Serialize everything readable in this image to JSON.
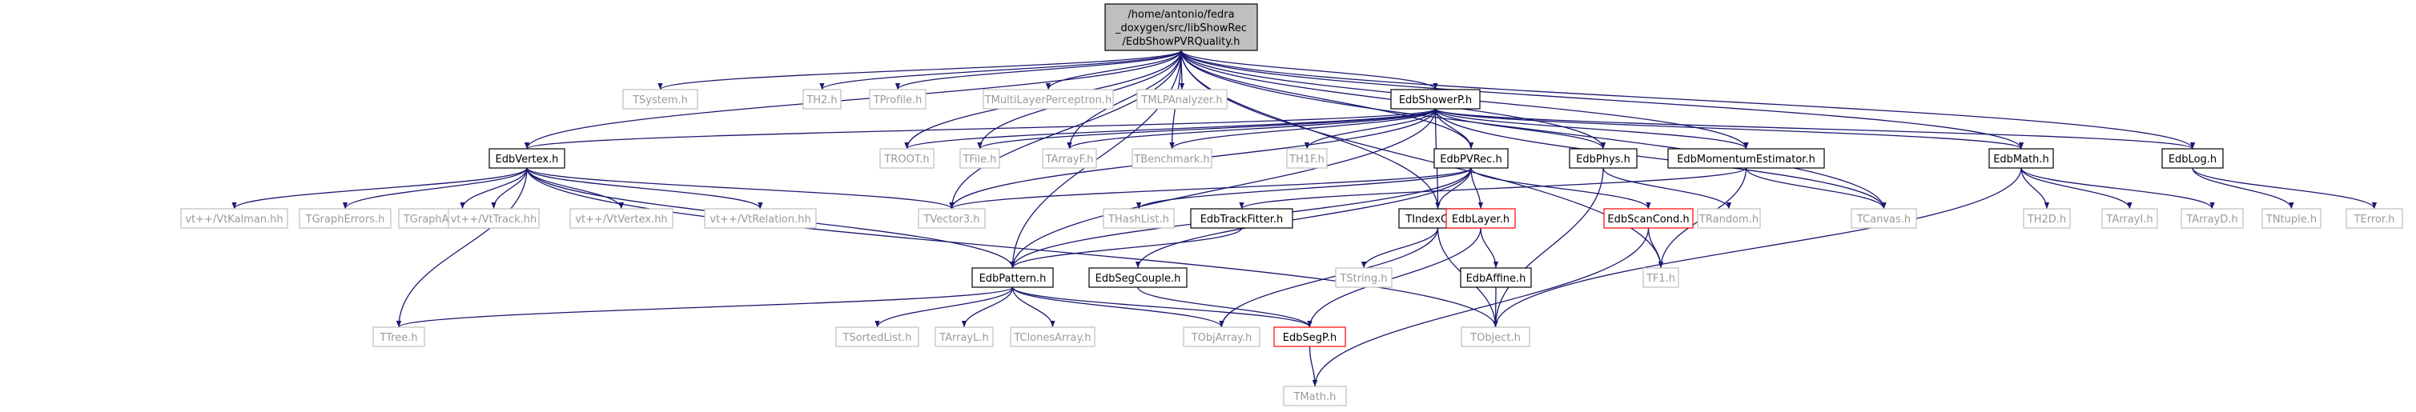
{
  "graph": {
    "root": [
      "/home/antonio/fedra",
      "_doxygen/src/libShowRec",
      "/EdbShowPVRQuality.h"
    ],
    "colors": {
      "edge": "#191970",
      "normal_border": "#000000",
      "external_border": "#bfbfbf",
      "missing_border": "#ff0000",
      "external_text": "#9a9a9a",
      "root_fill": "#bfbfbf"
    },
    "nodes": {
      "TSystem": "TSystem.h",
      "TH2": "TH2.h",
      "TProfile": "TProfile.h",
      "TMultiLayerPerceptron": "TMultiLayerPerceptron.h",
      "TMLPAnalyzer": "TMLPAnalyzer.h",
      "EdbShowerP": "EdbShowerP.h",
      "EdbVertex": "EdbVertex.h",
      "TROOT": "TROOT.h",
      "TFile": "TFile.h",
      "TArrayF": "TArrayF.h",
      "TBenchmark": "TBenchmark.h",
      "TH1F": "TH1F.h",
      "EdbPVRec": "EdbPVRec.h",
      "EdbPhys": "EdbPhys.h",
      "EdbMomentumEstimator": "EdbMomentumEstimator.h",
      "EdbMath": "EdbMath.h",
      "EdbLog": "EdbLog.h",
      "VtKalman": "vt++/VtKalman.hh",
      "TGraphErrors": "TGraphErrors.h",
      "TGraphAsymmErrors": "TGraphAsymmErrors.h",
      "VtTrack": "vt++/VtTrack.hh",
      "VtVertex": "vt++/VtVertex.hh",
      "VtRelation": "vt++/VtRelation.hh",
      "TVector3": "TVector3.h",
      "THashList": "THashList.h",
      "EdbTrackFitter": "EdbTrackFitter.h",
      "TIndexCell": "TIndexCell.h",
      "EdbLayer": "EdbLayer.h",
      "EdbScanCond": "EdbScanCond.h",
      "TRandom": "TRandom.h",
      "TCanvas": "TCanvas.h",
      "TH2D": "TH2D.h",
      "TArrayI": "TArrayI.h",
      "TArrayD": "TArrayD.h",
      "TNtuple": "TNtuple.h",
      "TError": "TError.h",
      "EdbPattern": "EdbPattern.h",
      "EdbSegCouple": "EdbSegCouple.h",
      "TString": "TString.h",
      "EdbAffine": "EdbAffine.h",
      "TF1": "TF1.h",
      "TTree": "TTree.h",
      "TSortedList": "TSortedList.h",
      "TArrayL": "TArrayL.h",
      "TClonesArray": "TClonesArray.h",
      "TObjArray": "TObjArray.h",
      "EdbSegP": "EdbSegP.h",
      "TObject": "TObject.h",
      "TMath": "TMath.h"
    }
  }
}
